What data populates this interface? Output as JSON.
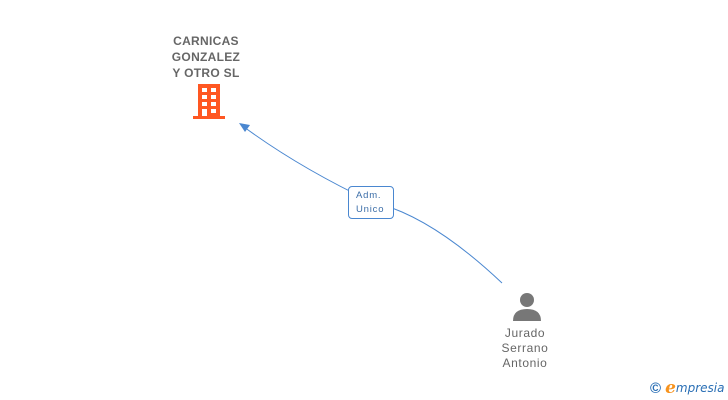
{
  "company": {
    "name_lines": [
      "CARNICAS",
      "GONZALEZ",
      "Y OTRO  SL"
    ],
    "icon": "building-icon",
    "color": "#ff5722"
  },
  "relationship": {
    "label_lines": [
      "Adm.",
      "Unico"
    ],
    "edge_color": "#4a87d0"
  },
  "person": {
    "name_lines": [
      "Jurado",
      "Serrano",
      "Antonio"
    ],
    "icon": "person-icon",
    "color": "#777777"
  },
  "footer": {
    "copyright_symbol": "©",
    "brand_initial": "e",
    "brand_rest": "mpresia"
  }
}
